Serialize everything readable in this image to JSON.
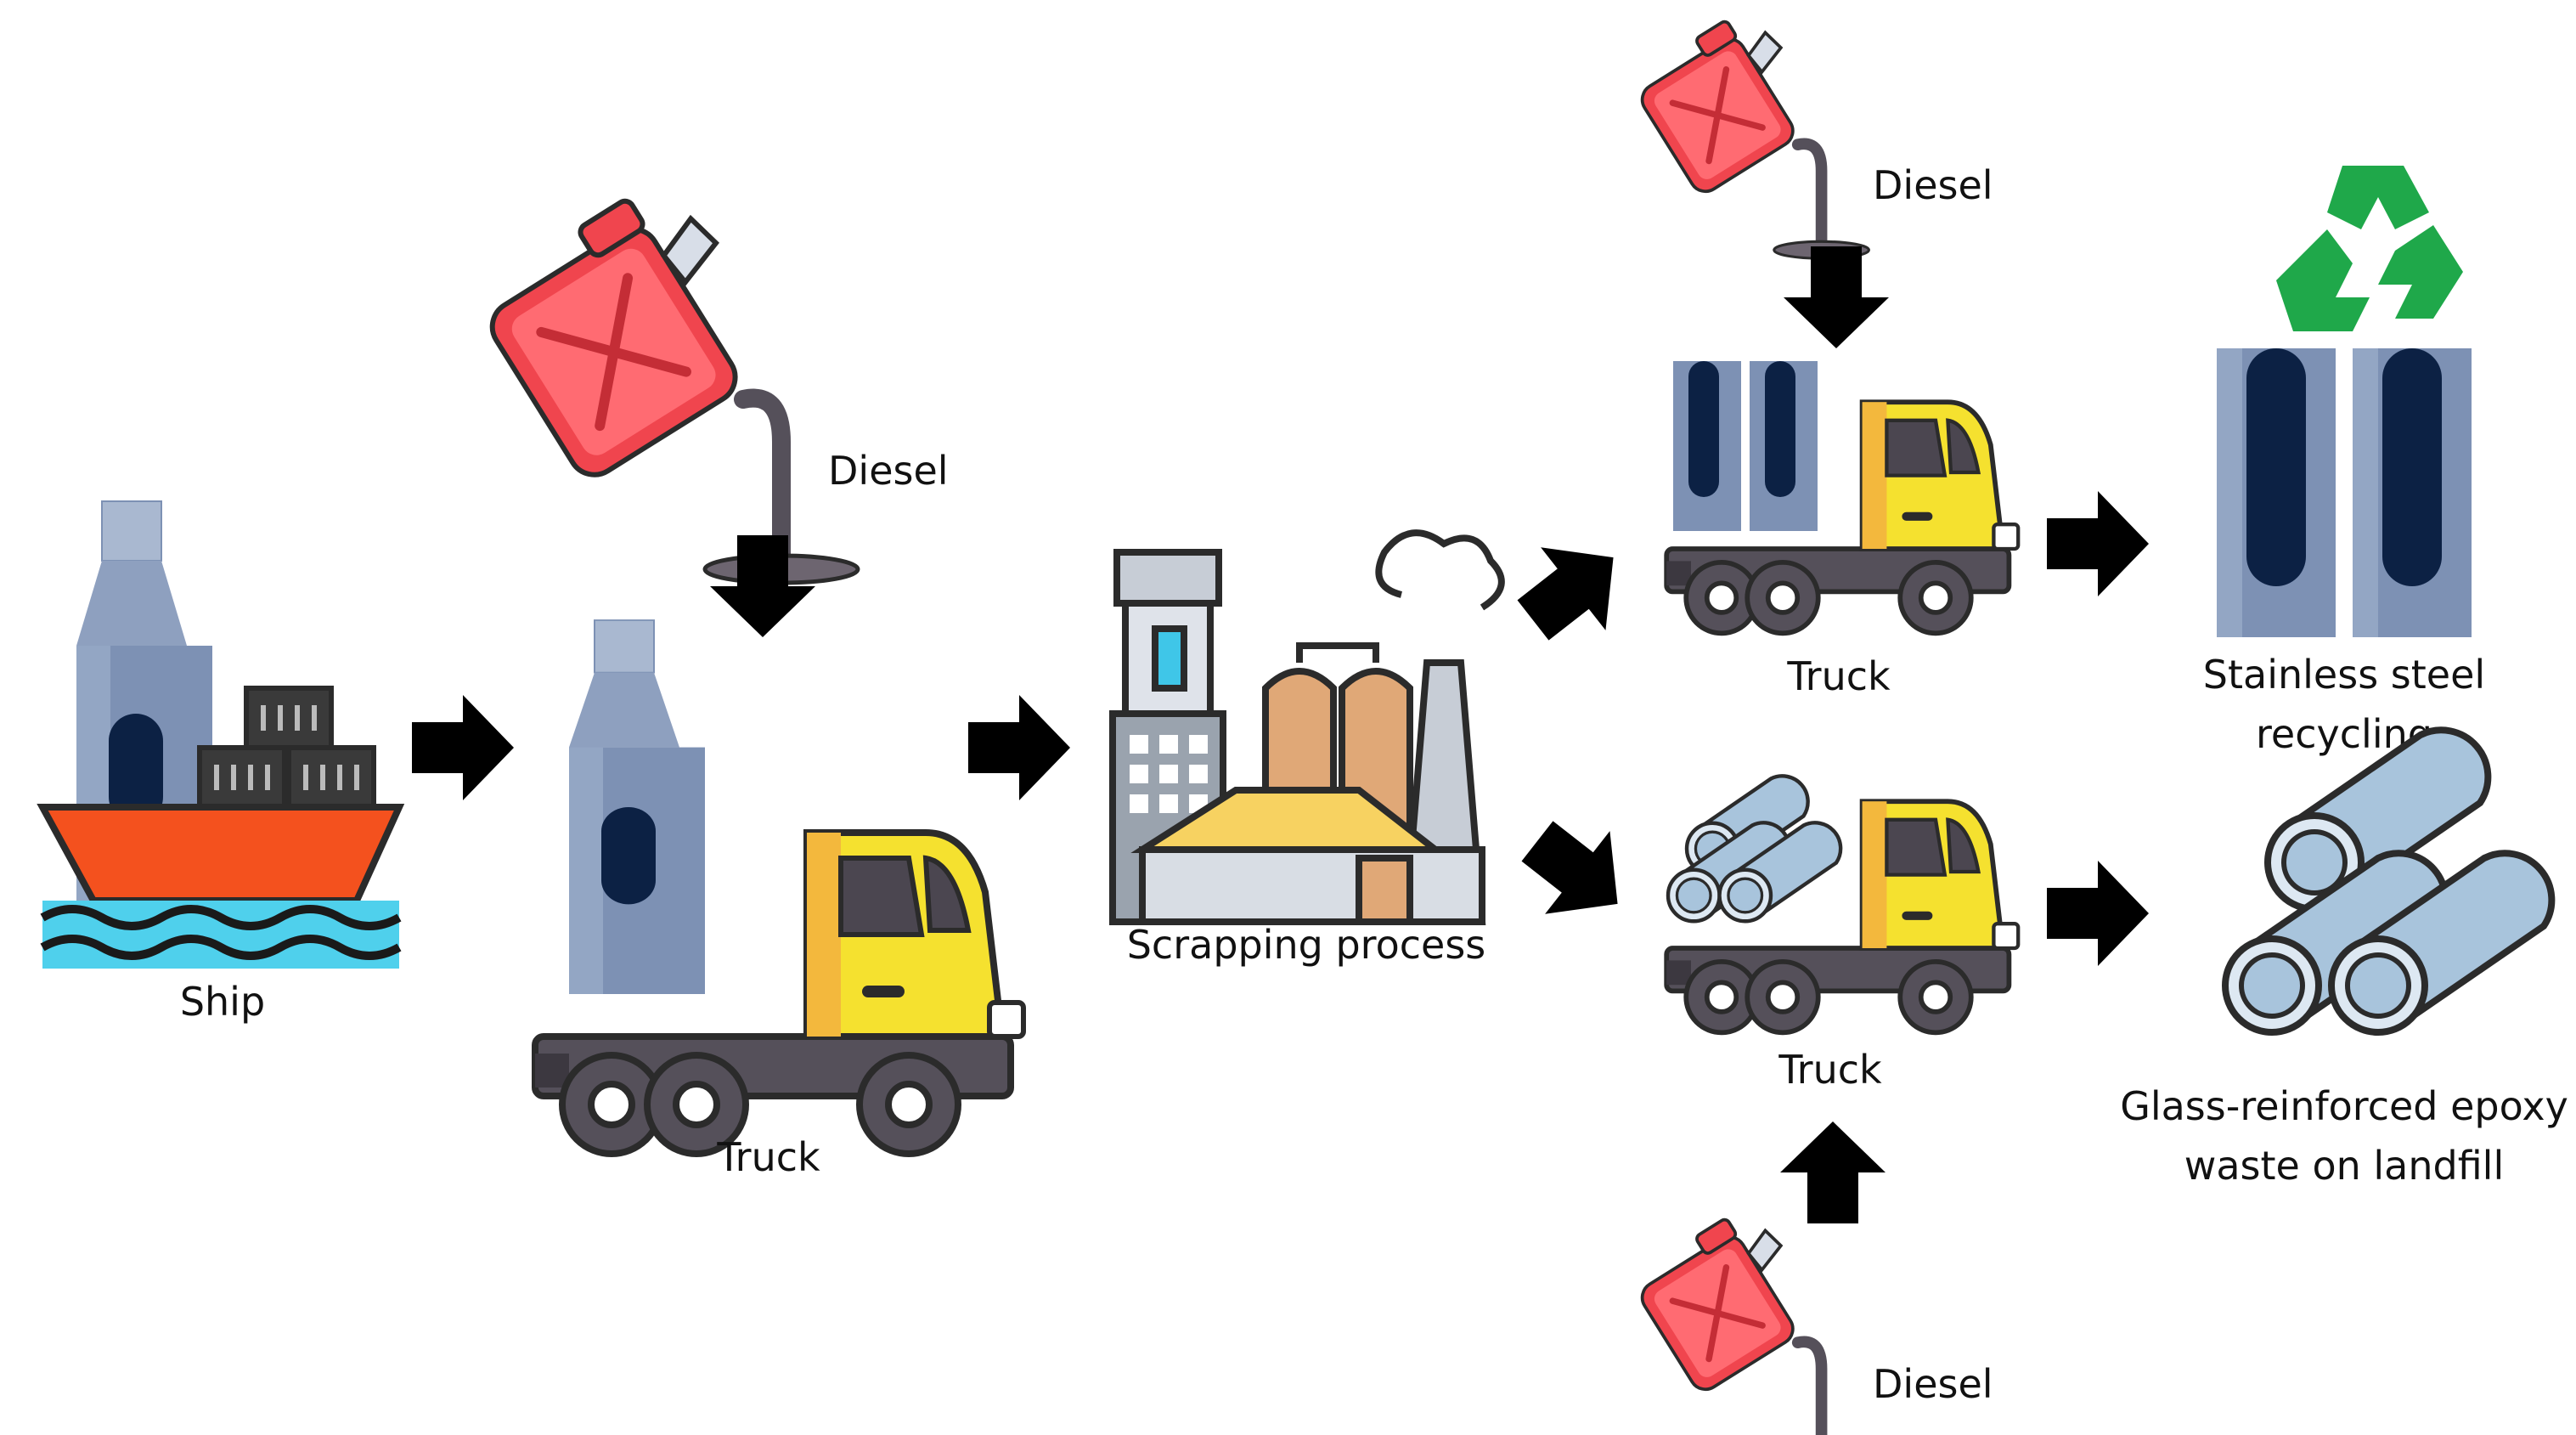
{
  "labels": {
    "ship": "Ship",
    "truck_main": "Truck",
    "diesel_main": "Diesel",
    "scrapping": "Scrapping process",
    "diesel_top": "Diesel",
    "truck_top": "Truck",
    "stainless_line1": "Stainless steel",
    "stainless_line2": "recycling",
    "truck_bottom": "Truck",
    "glass_line1": "Glass-reinforced epoxy",
    "glass_line2": "waste on landfill",
    "diesel_bottom": "Diesel"
  },
  "colors": {
    "arrow": "#000000",
    "outline": "#2b2b2b",
    "fuel_can": "#f0454e",
    "fuel_can_light": "#ff7a80",
    "truck_cab": "#f5e12f",
    "truck_cab_shade": "#f3b83d",
    "truck_frame": "#55505a",
    "vessel": "#7d91b4",
    "vessel_light": "#a9b8d0",
    "vessel_window": "#0c2144",
    "ship_hull": "#f4511e",
    "water": "#4fd0ec",
    "container": "#3a3a3a",
    "factory_brick": "#e0a877",
    "factory_roof": "#f7d261",
    "recycle": "#1fa84a",
    "pipe": "#a8c4dc"
  },
  "icons": [
    "ship-icon",
    "fuel-can-icon",
    "truck-icon",
    "vessel-icon",
    "factory-icon",
    "recycle-icon",
    "pipes-icon",
    "arrow-icon"
  ]
}
